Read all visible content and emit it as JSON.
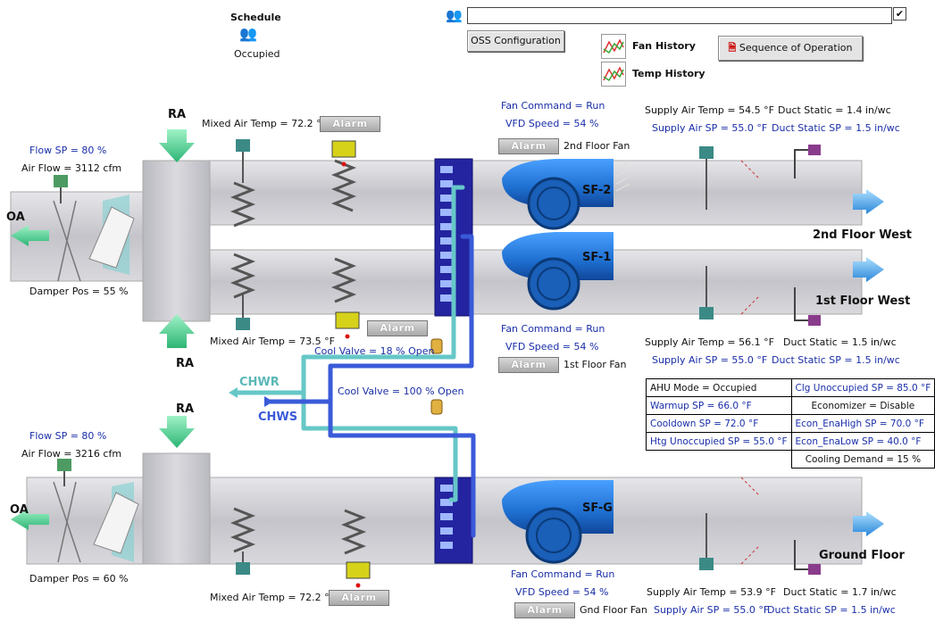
{
  "header": {
    "schedule_title": "Schedule",
    "schedule_status": "Occupied",
    "oss_button": "OSS Configuration",
    "fan_history": "Fan History",
    "temp_history": "Temp History",
    "sequence_button": "Sequence of Operation"
  },
  "unit_top": {
    "oa_label": "OA",
    "ra_label_top": "RA",
    "ra_label_bottom": "RA",
    "flow_sp": "Flow SP = 80 %",
    "air_flow": "Air Flow = 3112 cfm",
    "damper_pos": "Damper Pos = 55 %",
    "mixed_air_temp_1": "Mixed Air Temp = 72.2 °F",
    "mixed_air_temp_2": "Mixed Air Temp = 73.5 °F",
    "cool_valve_1": "Cool Valve = 18 %  Open",
    "cool_valve_2": "Cool Valve = 100 %  Open",
    "fan2": {
      "command": "Fan Command = Run",
      "vfd": "VFD Speed = 54 %",
      "alarm_caption": "2nd Floor Fan",
      "name": "SF-2"
    },
    "fan1": {
      "command": "Fan Command = Run",
      "vfd": "VFD Speed = 54 %",
      "alarm_caption": "1st Floor Fan",
      "name": "SF-1"
    },
    "zone2": {
      "supply_air_temp": "Supply Air Temp = 54.5 °F",
      "supply_air_sp": "Supply Air SP = 55.0 °F",
      "duct_static": "Duct Static = 1.4 in/wc",
      "duct_static_sp": "Duct Static SP = 1.5 in/wc",
      "name": "2nd Floor West"
    },
    "zone1": {
      "supply_air_temp": "Supply Air Temp = 56.1 °F",
      "supply_air_sp": "Supply Air SP = 55.0 °F",
      "duct_static": "Duct Static = 1.5 in/wc",
      "duct_static_sp": "Duct Static SP = 1.5 in/wc",
      "name": "1st Floor West"
    }
  },
  "chilled_water": {
    "return": "CHWR",
    "supply": "CHWS"
  },
  "settings_table": {
    "ahu_mode": "AHU Mode = Occupied",
    "clg_unocc_sp": "Clg Unoccupied SP = 85.0 °F",
    "warmup_sp": "Warmup SP = 66.0 °F",
    "economizer": "Economizer = Disable",
    "cooldown_sp": "Cooldown SP = 72.0 °F",
    "econ_high": "Econ_EnaHigh SP = 70.0 °F",
    "htg_unocc_sp": "Htg Unoccupied SP = 55.0 °F",
    "econ_low": "Econ_EnaLow SP = 40.0 °F",
    "cooling_demand": "Cooling Demand = 15 %"
  },
  "unit_bottom": {
    "oa_label": "OA",
    "ra_label": "RA",
    "flow_sp": "Flow SP = 80 %",
    "air_flow": "Air Flow = 3216 cfm",
    "damper_pos": "Damper Pos = 60 %",
    "mixed_air_temp": "Mixed Air Temp = 72.2 °F",
    "fan": {
      "command": "Fan Command = Run",
      "vfd": "VFD Speed = 54 %",
      "alarm_caption": "Gnd Floor Fan",
      "name": "SF-G"
    },
    "zone": {
      "supply_air_temp": "Supply Air Temp = 53.9 °F",
      "supply_air_sp": "Supply Air SP = 55.0 °F",
      "duct_static": "Duct Static = 1.7 in/wc",
      "duct_static_sp": "Duct Static SP = 1.5 in/wc",
      "name": "Ground Floor"
    }
  },
  "alarm_label": "Alarm",
  "colors": {
    "duct": "#c9c9cf",
    "fan": "#1e6fd0",
    "coil": "#2424a0",
    "chwr": "#66c7c7",
    "chws": "#3a5ad8",
    "arrow": "#3fcf8c"
  }
}
